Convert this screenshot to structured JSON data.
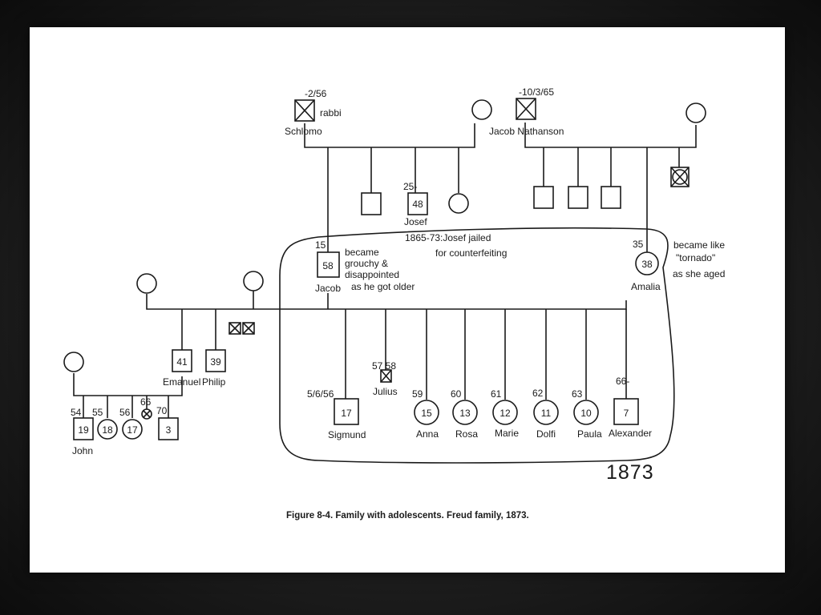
{
  "colors": {
    "ink": "#1a1a1a",
    "paper": "#ffffff",
    "frame": "#1e1e1e"
  },
  "year_label": "1873",
  "caption": "Figure 8-4. Family with adolescents. Freud family, 1873.",
  "notes": {
    "josef": [
      "1865-73:Josef jailed",
      "for counterfeiting"
    ],
    "jacob": [
      "became",
      "grouchy &",
      "disappointed",
      "as he got older"
    ],
    "amalia": [
      "became like",
      "\"tornado\"",
      "as she aged"
    ]
  },
  "people": {
    "schlomo": {
      "name": "Schlomo",
      "date": "-2/56",
      "note": "rabbi",
      "symbol": "male-deceased"
    },
    "schlomo_wife": {
      "symbol": "female"
    },
    "jacob_n": {
      "name": "Jacob Nathanson",
      "date": "-10/3/65",
      "symbol": "male-deceased"
    },
    "jacob_n_wife": {
      "symbol": "female"
    },
    "sib1": {
      "symbol": "male"
    },
    "josef": {
      "name": "Josef",
      "age": "48",
      "birth": "25-",
      "symbol": "male"
    },
    "sib3": {
      "symbol": "female"
    },
    "n_son1": {
      "symbol": "male"
    },
    "n_son2": {
      "symbol": "male"
    },
    "n_son3": {
      "symbol": "male"
    },
    "n_deceased": {
      "symbol": "deceased"
    },
    "jacob": {
      "name": "Jacob",
      "age": "58",
      "birth": "15",
      "symbol": "male"
    },
    "amalia": {
      "name": "Amalia",
      "age": "38",
      "birth": "35",
      "symbol": "female"
    },
    "wife1": {
      "symbol": "female"
    },
    "wife2": {
      "symbol": "female"
    },
    "emanuel": {
      "name": "Emanuel",
      "age": "41",
      "symbol": "male"
    },
    "philip": {
      "name": "Philip",
      "age": "39",
      "symbol": "male"
    },
    "emanuel_wife": {
      "symbol": "female"
    },
    "john": {
      "name": "John",
      "age": "19",
      "birth": "54",
      "symbol": "male"
    },
    "gc2": {
      "age": "18",
      "birth": "55",
      "symbol": "female"
    },
    "gc3": {
      "age": "17",
      "birth": "56",
      "symbol": "female"
    },
    "gc_dead": {
      "birth": "66",
      "symbol": "female-deceased"
    },
    "gc5": {
      "age": "3",
      "birth": "70",
      "symbol": "male"
    },
    "julius": {
      "name": "Julius",
      "birth": "57 58",
      "symbol": "male-deceased"
    },
    "sigmund": {
      "name": "Sigmund",
      "age": "17",
      "birth": "5/6/56",
      "symbol": "male"
    },
    "anna": {
      "name": "Anna",
      "age": "15",
      "birth": "59",
      "symbol": "female"
    },
    "rosa": {
      "name": "Rosa",
      "age": "13",
      "birth": "60",
      "symbol": "female"
    },
    "marie": {
      "name": "Marie",
      "age": "12",
      "birth": "61",
      "symbol": "female"
    },
    "dolfi": {
      "name": "Dolfi",
      "age": "11",
      "birth": "62",
      "symbol": "female"
    },
    "paula": {
      "name": "Paula",
      "age": "10",
      "birth": "63",
      "symbol": "female"
    },
    "alexander": {
      "name": "Alexander",
      "age": "7",
      "birth": "66-",
      "symbol": "male"
    }
  }
}
